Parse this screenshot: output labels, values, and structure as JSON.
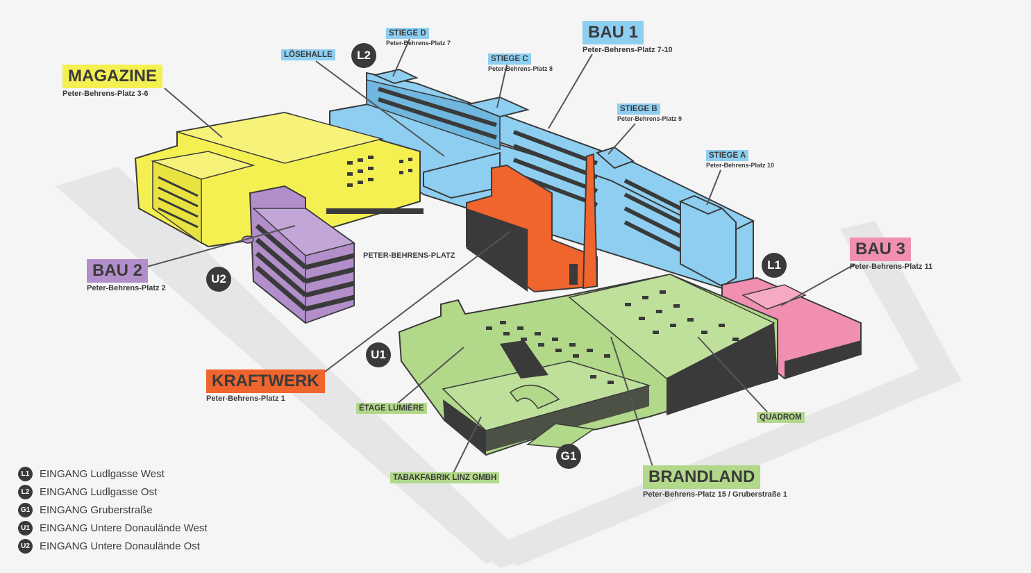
{
  "colors": {
    "yellow": "#f5f052",
    "blue": "#8ecff1",
    "purple": "#b28fcb",
    "orange": "#f0642e",
    "green": "#b2d88a",
    "pink": "#f18fb3",
    "dark": "#3a3a3a",
    "road": "#e6e6e6",
    "background": "#f5f5f5"
  },
  "buildings": {
    "magazine": {
      "name": "MAGAZINE",
      "address": "Peter-Behrens-Platz 3-6"
    },
    "bau1": {
      "name": "BAU 1",
      "address": "Peter-Behrens-Platz 7-10"
    },
    "bau2": {
      "name": "BAU 2",
      "address": "Peter-Behrens-Platz 2"
    },
    "bau3": {
      "name": "BAU 3",
      "address": "Peter-Behrens-Platz 11"
    },
    "kraftwerk": {
      "name": "KRAFTWERK",
      "address": "Peter-Behrens-Platz 1"
    },
    "brandland": {
      "name": "BRANDLAND",
      "address": "Peter-Behrens-Platz 15 / Gruberstraße 1"
    }
  },
  "stairs": {
    "d": {
      "name": "STIEGE D",
      "address": "Peter-Behrens-Platz 7"
    },
    "c": {
      "name": "STIEGE C",
      "address": "Peter-Behrens-Platz 8"
    },
    "b": {
      "name": "STIEGE B",
      "address": "Peter-Behrens-Platz 9"
    },
    "a": {
      "name": "STIEGE A",
      "address": "Peter-Behrens-Platz 10"
    }
  },
  "areas": {
    "loesehalle": "LÖSEHALLE",
    "platz": "PETER-BEHRENS-PLATZ",
    "etage": "ÉTAGE LUMIÈRE",
    "tabakfabrik": "TABAKFABRIK LINZ GMBH",
    "quadrom": "QUADROM"
  },
  "entrances": {
    "l1": "L1",
    "l2": "L2",
    "g1": "G1",
    "u1": "U1",
    "u2": "U2"
  },
  "legend": [
    {
      "code": "L1",
      "text": "EINGANG Ludlgasse West"
    },
    {
      "code": "L2",
      "text": "EINGANG Ludlgasse Ost"
    },
    {
      "code": "G1",
      "text": "EINGANG Gruberstraße"
    },
    {
      "code": "U1",
      "text": "EINGANG Untere Donaulände West"
    },
    {
      "code": "U2",
      "text": "EINGANG Untere Donaulände Ost"
    }
  ]
}
